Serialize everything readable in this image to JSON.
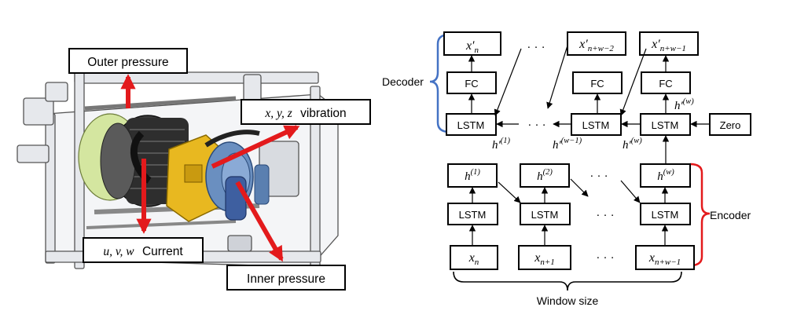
{
  "machine_labels": {
    "outer_pressure": "Outer pressure",
    "vibration_math": "x, y, z",
    "vibration_text": "vibration",
    "current_math": "u, v, w",
    "current_text": "Current",
    "inner_pressure": "Inner pressure"
  },
  "groups": {
    "decoder": "Decoder",
    "encoder": "Encoder",
    "window_size": "Window size"
  },
  "decoder": {
    "outputs": [
      "x′",
      "x′",
      "x′"
    ],
    "output_subs": [
      "n",
      "n+w−2",
      "n+w−1"
    ],
    "fc": "FC",
    "lstm": "LSTM",
    "zero": "Zero",
    "hidden": [
      "h′",
      "h′",
      "h′",
      "h′"
    ],
    "hidden_sups": [
      "(1)",
      "(w−1)",
      "(w)",
      "(w)"
    ]
  },
  "encoder": {
    "hidden": [
      "h",
      "h",
      "h"
    ],
    "hidden_sups": [
      "(1)",
      "(2)",
      "(w)"
    ],
    "lstm": "LSTM",
    "inputs": [
      "x",
      "x",
      "x"
    ],
    "input_subs": [
      "n",
      "n+1",
      "n+w−1"
    ]
  },
  "ellipsis": "· · ·",
  "colors": {
    "arrow": "#e31a1c",
    "decoder_brace": "#4472c4",
    "encoder_brace": "#e31a1c"
  }
}
